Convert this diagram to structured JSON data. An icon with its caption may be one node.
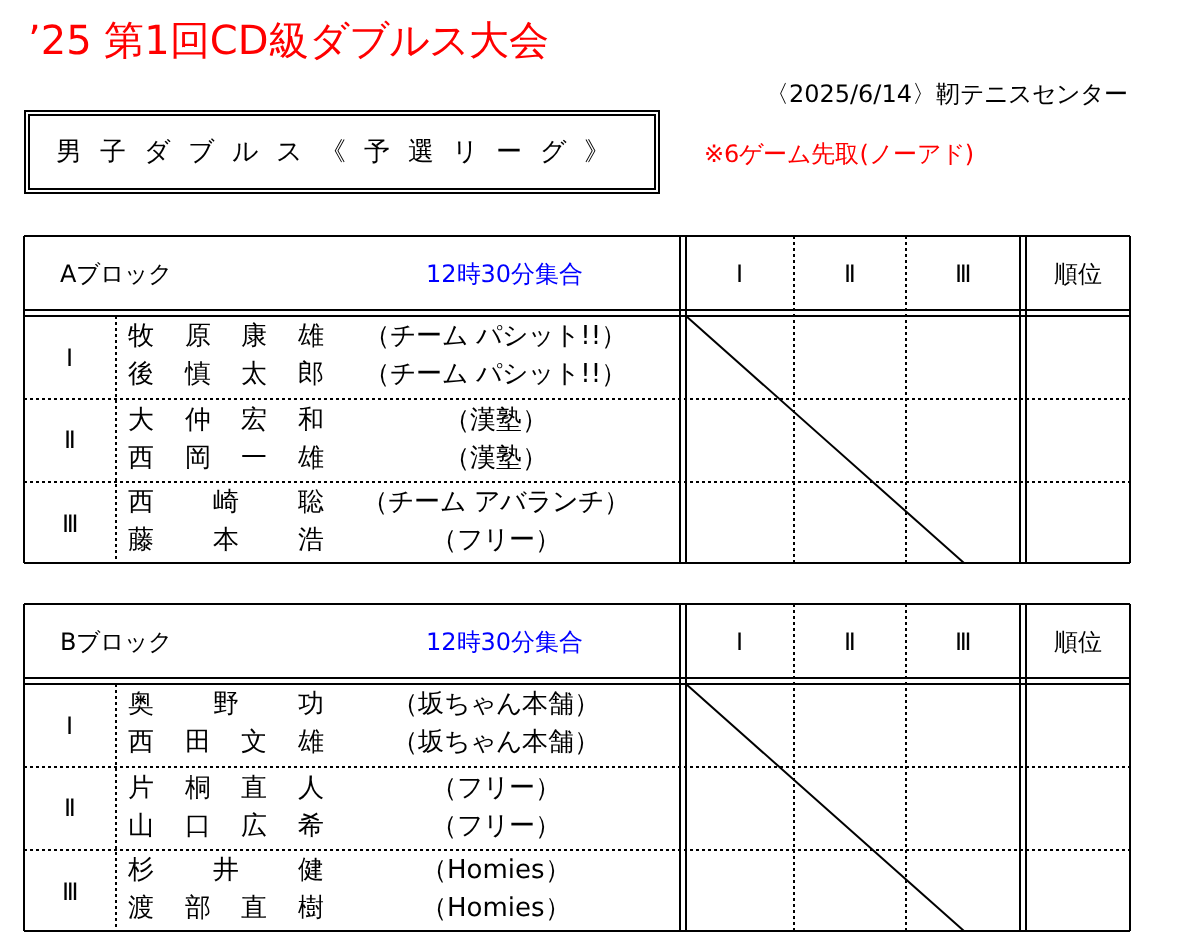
{
  "diagram": {
    "title": "’25 第1回CD級ダブルス大会",
    "nodes": [
      {
        "text": [
          "男子ダブルス《予選リーグ》"
        ]
      }
    ],
    "labels": [
      "〈2025/6/14〉靭テニスセンター",
      "※6ゲーム先取(ノーアド)",
      "Aブロック",
      "12時30分集合",
      "Ⅰ",
      "Ⅱ",
      "Ⅲ",
      "順位",
      "Ⅰ",
      "牧原康雄",
      "（チーム パシット!!）",
      "後慎太郎",
      "（チーム パシット!!）",
      "Ⅱ",
      "大仲宏和",
      "（漢塾）",
      "西岡一雄",
      "（漢塾）",
      "Ⅲ",
      "西崎聡",
      "（チーム アバランチ）",
      "藤本浩",
      "（フリー）",
      "Bブロック",
      "12時30分集合",
      "Ⅰ",
      "Ⅱ",
      "Ⅲ",
      "順位",
      "Ⅰ",
      "奥野功",
      "（坂ちゃん本舗）",
      "西田文雄",
      "（坂ちゃん本舗）",
      "Ⅱ",
      "片桐直人",
      "（フリー）",
      "山口広希",
      "（フリー）",
      "Ⅲ",
      "杉井健",
      "（Homies）",
      "渡部直樹",
      "（Homies）"
    ]
  }
}
